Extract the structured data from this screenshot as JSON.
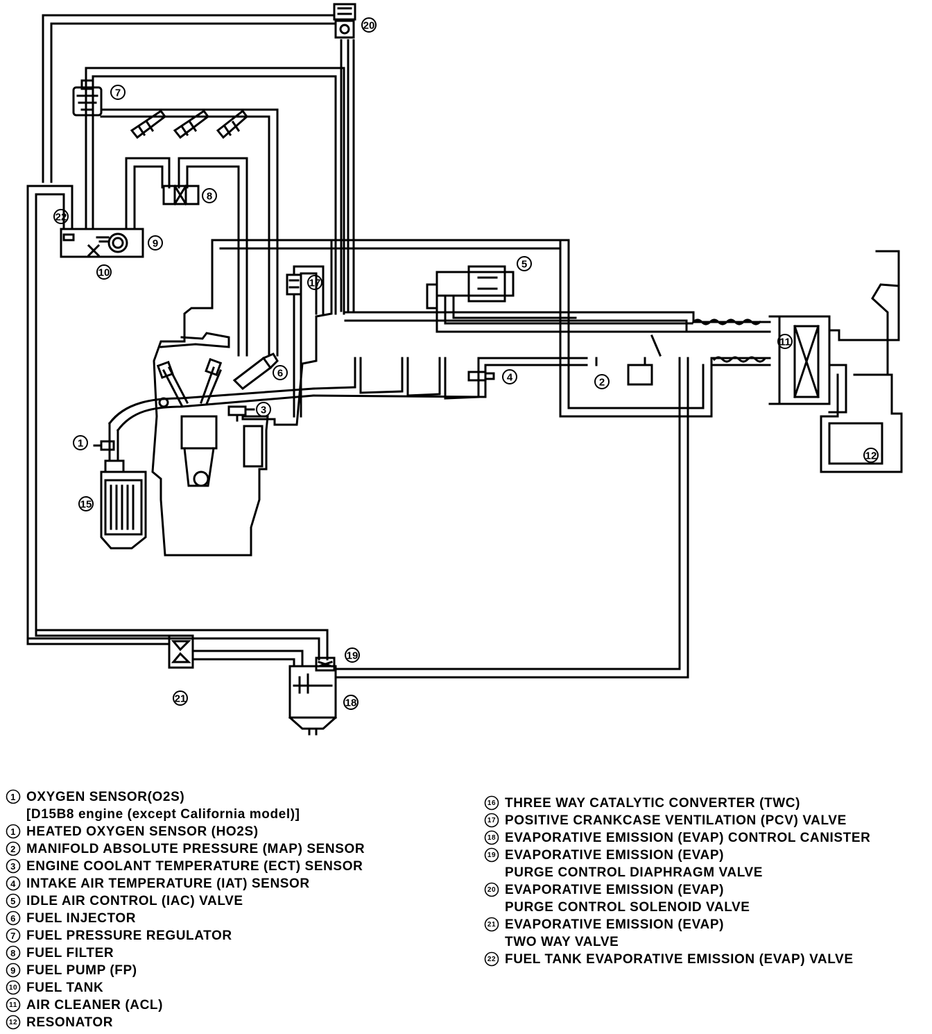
{
  "callouts": {
    "c1": "1",
    "c2": "2",
    "c3": "3",
    "c4": "4",
    "c5": "5",
    "c6": "6",
    "c7": "7",
    "c8": "8",
    "c9": "9",
    "c10": "10",
    "c11": "11",
    "c12": "12",
    "c15": "15",
    "c17": "17",
    "c19": "19",
    "c20": "20",
    "c21": "21",
    "c22": "22",
    "c18": "18"
  },
  "legend_left": [
    {
      "num": "1",
      "lines": [
        "OXYGEN SENSOR(O2S)",
        "[D15B8 engine (except California model)]"
      ]
    },
    {
      "num": "1",
      "lines": [
        "HEATED OXYGEN SENSOR (HO2S)"
      ]
    },
    {
      "num": "2",
      "lines": [
        "MANIFOLD ABSOLUTE PRESSURE (MAP) SENSOR"
      ]
    },
    {
      "num": "3",
      "lines": [
        "ENGINE COOLANT TEMPERATURE (ECT) SENSOR"
      ]
    },
    {
      "num": "4",
      "lines": [
        "INTAKE AIR TEMPERATURE (IAT) SENSOR"
      ]
    },
    {
      "num": "5",
      "lines": [
        "IDLE AIR CONTROL (IAC) VALVE"
      ]
    },
    {
      "num": "6",
      "lines": [
        "FUEL INJECTOR"
      ]
    },
    {
      "num": "7",
      "lines": [
        "FUEL PRESSURE REGULATOR"
      ]
    },
    {
      "num": "8",
      "lines": [
        "FUEL FILTER"
      ]
    },
    {
      "num": "9",
      "lines": [
        "FUEL PUMP (FP)"
      ]
    },
    {
      "num": "10",
      "lines": [
        "FUEL TANK"
      ]
    },
    {
      "num": "11",
      "lines": [
        "AIR CLEANER (ACL)"
      ]
    },
    {
      "num": "12",
      "lines": [
        "RESONATOR"
      ]
    }
  ],
  "legend_right": [
    {
      "num": "16",
      "lines": [
        "THREE WAY CATALYTIC CONVERTER (TWC)"
      ]
    },
    {
      "num": "17",
      "lines": [
        "POSITIVE CRANKCASE VENTILATION (PCV) VALVE"
      ]
    },
    {
      "num": "18",
      "lines": [
        "EVAPORATIVE EMISSION (EVAP) CONTROL CANISTER"
      ]
    },
    {
      "num": "19",
      "lines": [
        "EVAPORATIVE EMISSION (EVAP)",
        "PURGE CONTROL DIAPHRAGM VALVE"
      ]
    },
    {
      "num": "20",
      "lines": [
        "EVAPORATIVE EMISSION (EVAP)",
        "PURGE CONTROL SOLENOID VALVE"
      ]
    },
    {
      "num": "21",
      "lines": [
        "EVAPORATIVE EMISSION (EVAP)",
        "TWO WAY VALVE"
      ]
    },
    {
      "num": "22",
      "lines": [
        "FUEL TANK EVAPORATIVE EMISSION (EVAP) VALVE"
      ]
    }
  ]
}
